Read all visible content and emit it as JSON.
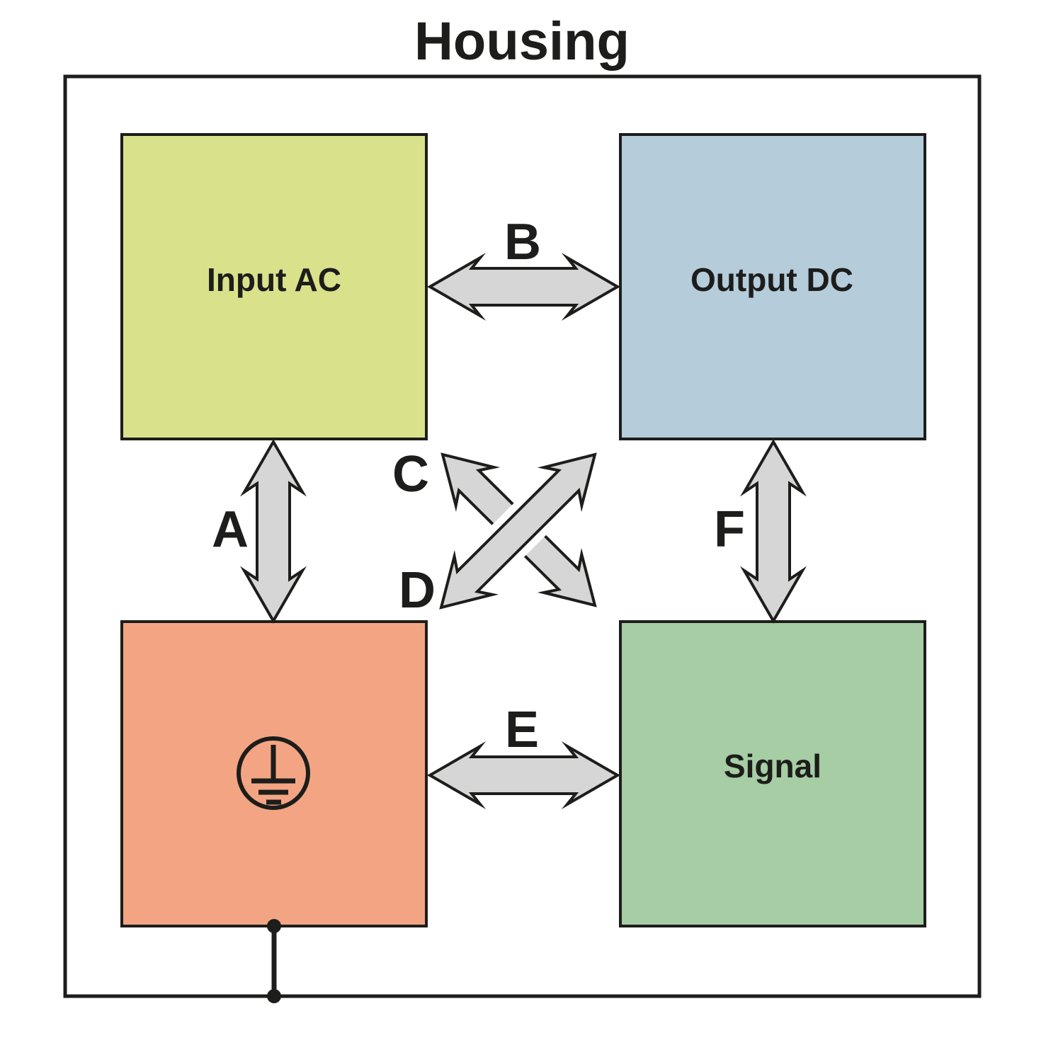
{
  "title": "Housing",
  "colors": {
    "outline": "#1d1d1b",
    "arrow_fill": "#d6d6d6",
    "input_ac": "#d9e18b",
    "output_dc": "#b5ccdb",
    "ground": "#f3a583",
    "signal": "#a6cda4"
  },
  "blocks": {
    "input_ac": {
      "label": "Input AC"
    },
    "output_dc": {
      "label": "Output DC"
    },
    "signal": {
      "label": "Signal"
    },
    "ground": {
      "icon": "protective-earth"
    }
  },
  "arrow_labels": {
    "a": "A",
    "b": "B",
    "c": "C",
    "d": "D",
    "e": "E",
    "f": "F"
  }
}
